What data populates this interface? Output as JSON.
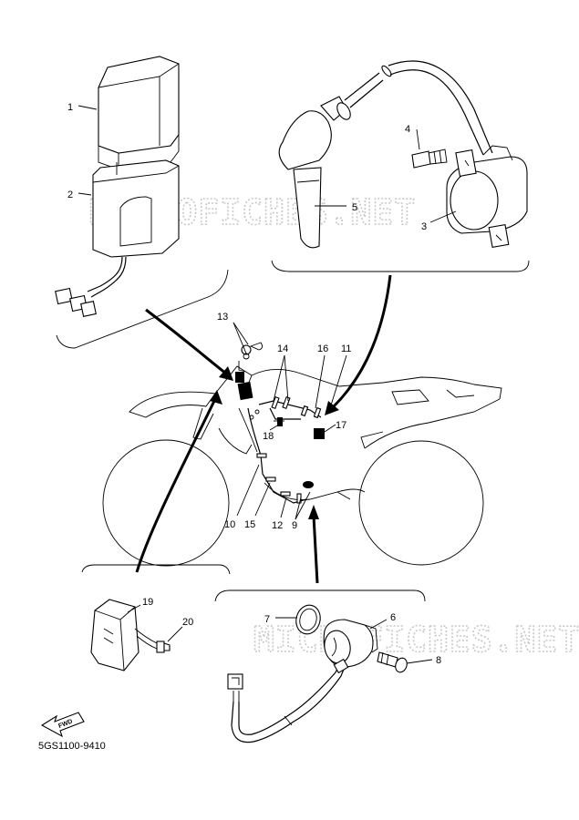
{
  "watermark": "MICROFICHES.NET",
  "part_code": "5GS1100-9410",
  "fwd_label": "FWD",
  "callouts": {
    "c1": "1",
    "c2": "2",
    "c3": "3",
    "c4": "4",
    "c5": "5",
    "c6": "6",
    "c7": "7",
    "c8": "8",
    "c9": "9",
    "c10": "10",
    "c11": "11",
    "c12": "12",
    "c13": "13",
    "c14": "14",
    "c15": "15",
    "c16": "16",
    "c17": "17",
    "c18": "18",
    "c19": "19",
    "c20": "20"
  }
}
